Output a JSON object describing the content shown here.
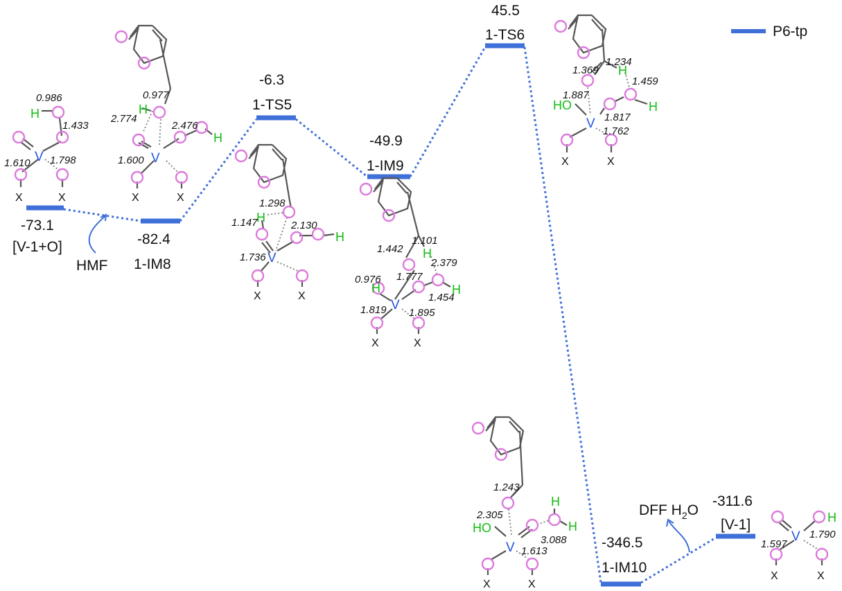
{
  "legend": {
    "label": "P6-tp",
    "color": "#3f6fd8"
  },
  "colors": {
    "line": "#3f6fd8",
    "oxygen": "#dc7adc",
    "hydrogen": "#11bb11",
    "vanadium": "#2255dd"
  },
  "atoms": {
    "X": "X",
    "H": "H",
    "HO": "HO",
    "V": "V"
  },
  "levels": [
    {
      "id": "V1O",
      "value": "-73.1",
      "label": "[V-1+O]"
    },
    {
      "id": "IM8",
      "value": "-82.4",
      "label": "1-IM8"
    },
    {
      "id": "TS5",
      "value": "-6.3",
      "label": "1-TS5"
    },
    {
      "id": "IM9",
      "value": "-49.9",
      "label": "1-IM9"
    },
    {
      "id": "TS6",
      "value": "45.5",
      "label": "1-TS6"
    },
    {
      "id": "IM10",
      "value": "-346.5",
      "label": "1-IM10"
    },
    {
      "id": "V1",
      "value": "-311.6",
      "label": "[V-1]"
    }
  ],
  "annotations": {
    "hmf": "HMF",
    "dff": "DFF H",
    "dff_sub": "2",
    "dff_o": "O"
  },
  "distances": {
    "s1": [
      "0.986",
      "1.433",
      "1.610",
      "1.798"
    ],
    "s2": [
      "0.977",
      "2.774",
      "2.476",
      "1.600"
    ],
    "s3": [
      "1.298",
      "1.147",
      "2.130",
      "1.736"
    ],
    "s4": [
      "1.101",
      "1.442",
      "2.379",
      "0.976",
      "1.777",
      "1.819",
      "1.454",
      "1.895"
    ],
    "s5": [
      "1.234",
      "1.369",
      "1.459",
      "1.887",
      "1.817",
      "1.762"
    ],
    "s6": [
      "1.243",
      "2.305",
      "3.088",
      "1.613"
    ],
    "s7": [
      "1.597",
      "1.790"
    ]
  }
}
